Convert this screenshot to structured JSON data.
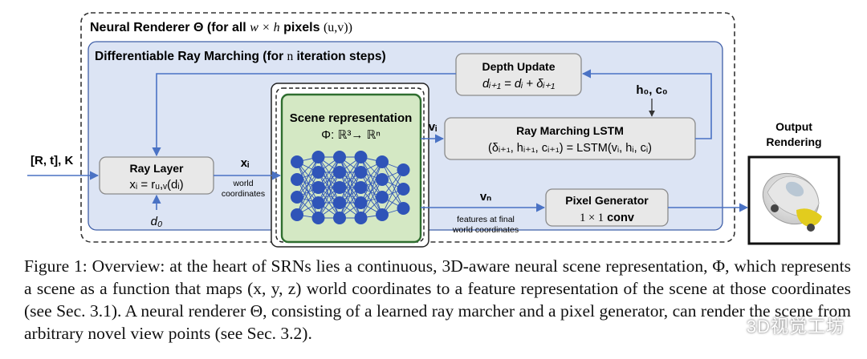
{
  "neural_renderer": {
    "prefix": "Neural Renderer",
    "theta": "Θ",
    "for_all": "(for all",
    "size_expr": "w × h",
    "pixels": "pixels",
    "uv": "(u,v))"
  },
  "ray_marching": {
    "prefix": "Differentiable Ray Marching (for",
    "n": "n",
    "suffix": "iteration steps)"
  },
  "depth_update": {
    "title": "Depth Update",
    "formula": "dᵢ₊₁ = dᵢ + δᵢ₊₁"
  },
  "lstm": {
    "title": "Ray Marching LSTM",
    "formula": "(δᵢ₊₁, hᵢ₊₁, cᵢ₊₁) = LSTM(vᵢ, hᵢ, cᵢ)"
  },
  "ray_layer": {
    "title": "Ray Layer",
    "formula": "xᵢ = rᵤ,ᵥ(dᵢ)"
  },
  "scene": {
    "title": "Scene representation",
    "formula": "Φ: ℝ³→ ℝⁿ"
  },
  "pixel_gen": {
    "title": "Pixel Generator",
    "formula_prefix": "1 × 1",
    "formula_bold": "conv"
  },
  "output": {
    "line1": "Output",
    "line2": "Rendering"
  },
  "labels": {
    "input": "[R, t], K",
    "xi": "xᵢ",
    "world": "world",
    "coordinates": "coordinates",
    "d0": "d₀",
    "vi": "vᵢ",
    "vn": "vₙ",
    "h0c0": "h₀, c₀",
    "features1": "features at final",
    "features2": "world coordinates"
  },
  "caption": "Figure 1: Overview: at the heart of SRNs lies a continuous, 3D-aware neural scene representation, Φ, which represents a scene as a function that maps (x, y, z) world coordinates to a feature representation of the scene at those coordinates (see Sec. 3.1). A neural renderer Θ, consisting of a learned ray marcher and a pixel generator, can render the scene from arbitrary novel view points (see Sec. 3.2).",
  "watermark": "3D视觉工坊",
  "colors": {
    "panel_fill": "#dce4f4",
    "panel_stroke": "#3f5fa8",
    "box_fill": "#e8e8e8",
    "box_stroke": "#8a8a8a",
    "scene_fill": "#d4e8c4",
    "scene_stroke": "#2f6e2f",
    "arrow": "#4a72c4",
    "node": "#2f54b8"
  }
}
